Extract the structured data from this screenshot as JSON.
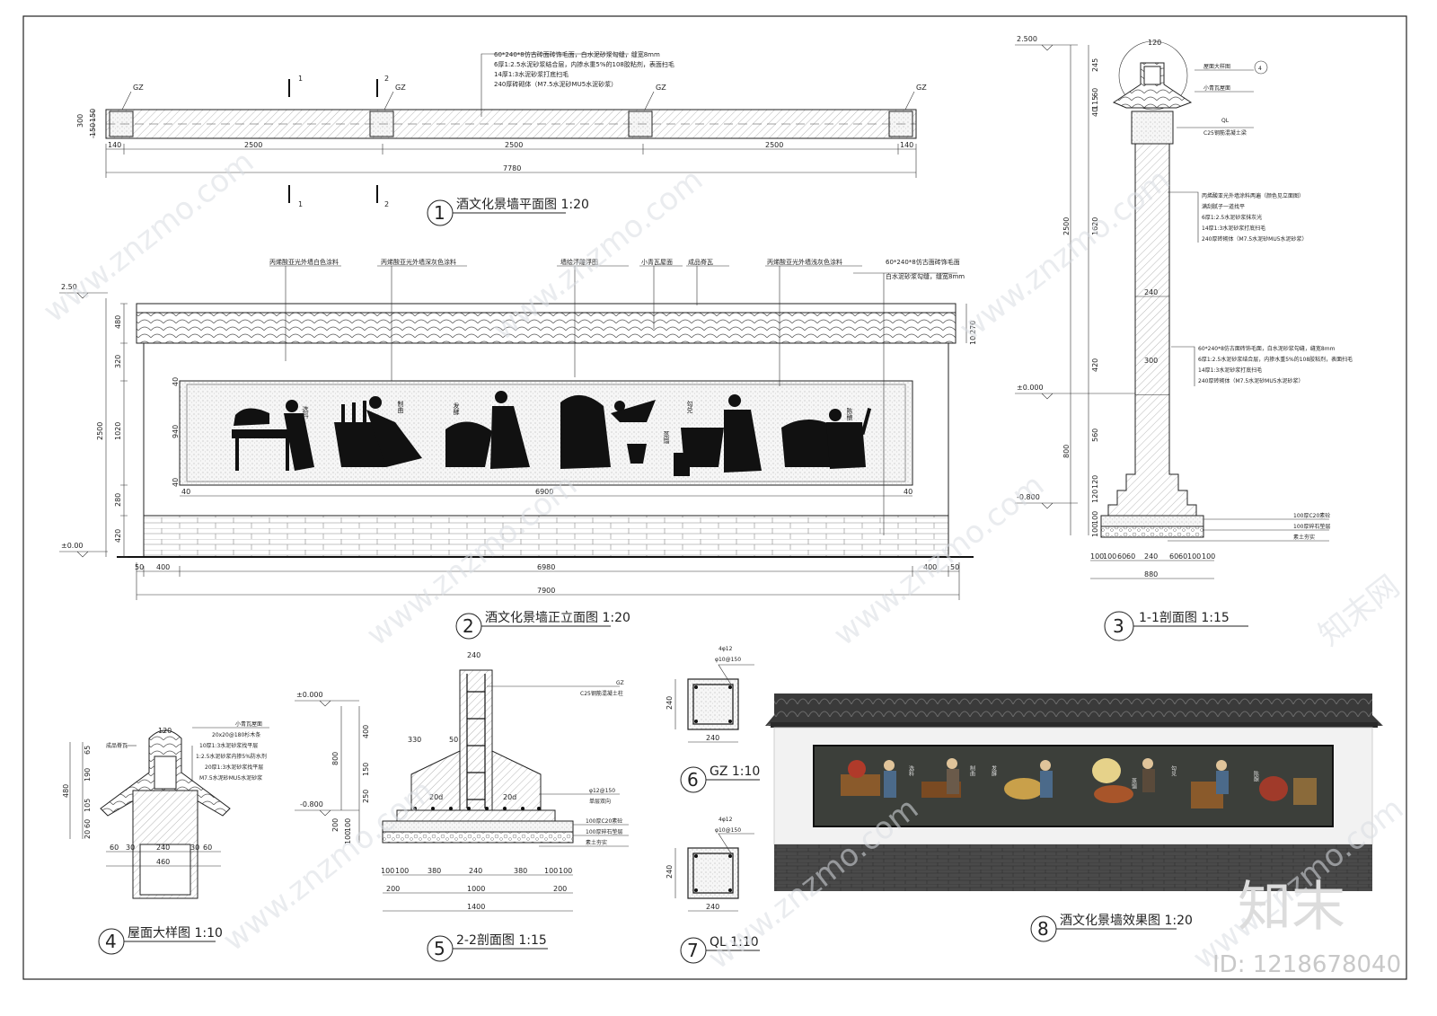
{
  "drawings": {
    "plan": {
      "num": "1",
      "title": "酒文化景墙平面图 1:20",
      "dims": [
        "140",
        "2500",
        "2500",
        "2500",
        "140",
        "7780",
        "300",
        "150",
        "150"
      ],
      "gz": "GZ",
      "cuts": [
        "1",
        "2",
        "1",
        "2"
      ],
      "notes": [
        "60*240*8仿古砖面砖饰毛面，白水泥砂浆勾缝，缝宽8mm",
        "6厚1:2.5水泥砂浆结合层，内掺水重5%的108胶粘剂，表面扫毛",
        "14厚1:3水泥砂浆打底扫毛",
        "240厚砖砌体（M7.5水泥砂MU5水泥砂浆）"
      ]
    },
    "elevation": {
      "num": "2",
      "title": "酒文化景墙正立面图 1:20",
      "labels": [
        "丙烯酸亚光外墙白色涂料",
        "丙烯酸亚光外墙深灰色涂料",
        "墙绘浮雕浮图",
        "小青瓦屋面",
        "成品脊瓦",
        "丙烯酸亚光外墙浅灰色涂料",
        "60*240*8仿古面砖饰毛面",
        "白水泥砂浆勾缝，缝宽8mm"
      ],
      "figure_labels": [
        "选料",
        "制曲",
        "发酵",
        "蒸馏",
        "勾兑",
        "陈酿"
      ],
      "left_dims": [
        "480",
        "320",
        "1020",
        "280",
        "420",
        "2500"
      ],
      "right_dims": [
        "270",
        "10"
      ],
      "inner_dims": [
        "40",
        "940",
        "40",
        "40",
        "6900",
        "40"
      ],
      "bottom_dims": [
        "50",
        "400",
        "6980",
        "400",
        "50",
        "7900"
      ],
      "levels": [
        "2.50",
        "±0.00"
      ]
    },
    "section11": {
      "num": "3",
      "title": "1-1剖面图 1:15",
      "labels": [
        "屋面大样图",
        "小青瓦屋面",
        "QL",
        "C25钢筋混凝土梁",
        "丙烯酸亚光外墙涂料两遍（颜色见立面图）",
        "满刮腻子一道找平",
        "6厚1:2.5水泥砂浆抹灰光",
        "14厚1:3水泥砂浆打底扫毛",
        "240厚砖砌体（M7.5水泥砂MU5水泥砂浆）",
        "60*240*8仿古面砖饰毛面，白水泥砂浆勾缝，缝宽8mm",
        "6厚1:2.5水泥砂浆结合层，内掺水重5%的108胶粘剂，表面扫毛",
        "14厚1:3水泥砂浆打底扫毛",
        "240厚砖砌体（M7.5水泥砂MU5水泥砂浆）",
        "100厚C20素砼",
        "100厚碎石垫层",
        "素土夯实"
      ],
      "top_dim": "120",
      "detail_ref": "4",
      "levels": [
        "2.500",
        "±0.000",
        "-0.800"
      ],
      "left_dims": [
        "245",
        "60",
        "115",
        "40",
        "1620",
        "2500",
        "420",
        "560",
        "800",
        "120",
        "120",
        "100",
        "100"
      ],
      "inner_dims": [
        "240",
        "300"
      ],
      "bottom_dims": [
        "100",
        "100",
        "60",
        "60",
        "240",
        "60",
        "60",
        "100",
        "100",
        "880"
      ]
    },
    "roof": {
      "num": "4",
      "title": "屋面大样图 1:10",
      "labels": [
        "成品脊瓦",
        "小青瓦屋面",
        "20x20@180杉木条",
        "10厚1:3水泥砂浆找平层",
        "1:2.5水泥砂浆内掺5%防水剂",
        "20厚1:3水泥砂浆找平层",
        "M7.5水泥砂MU5水泥砂浆"
      ],
      "top_dim": "120",
      "left_dims": [
        "480",
        "65",
        "190",
        "105",
        "60",
        "20"
      ],
      "bottom_dims": [
        "60",
        "30",
        "240",
        "30",
        "60",
        "460"
      ]
    },
    "section22": {
      "num": "5",
      "title": "2-2剖面图 1:15",
      "labels": [
        "GZ",
        "C25钢筋混凝土柱",
        "φ12@150",
        "单层双向",
        "100厚C20素砼",
        "100厚碎石垫层",
        "素土夯实"
      ],
      "levels": [
        "±0.000",
        "-0.800"
      ],
      "dims": [
        "240",
        "330",
        "50",
        "800",
        "400",
        "150",
        "250",
        "200",
        "100",
        "100",
        "20d",
        "20d"
      ],
      "bottom_dims": [
        "100",
        "100",
        "380",
        "240",
        "380",
        "100",
        "100",
        "200",
        "1000",
        "200",
        "1400"
      ]
    },
    "gz": {
      "num": "6",
      "title": "GZ 1:10",
      "rebar": "4φ12",
      "stirrup": "φ10@150",
      "dims": [
        "240",
        "240"
      ]
    },
    "ql": {
      "num": "7",
      "title": "QL 1:10",
      "rebar": "4φ12",
      "stirrup": "φ10@150",
      "dims": [
        "240",
        "240"
      ]
    },
    "render": {
      "num": "8",
      "title": "酒文化景墙效果图 1:20",
      "labels": [
        "选料",
        "制曲",
        "发酵",
        "蒸馏",
        "勾兑",
        "陈酿"
      ]
    }
  },
  "watermark": {
    "site": "www.znzmo.com",
    "brand_cn": "知末网",
    "logo": "知末",
    "id": "ID: 1218678040"
  },
  "colors": {
    "line": "#222222",
    "tile": "#3a3a3a",
    "brick": "#4a4a4a",
    "wall": "#f2f2f2",
    "mural": "#3c3f3a"
  }
}
